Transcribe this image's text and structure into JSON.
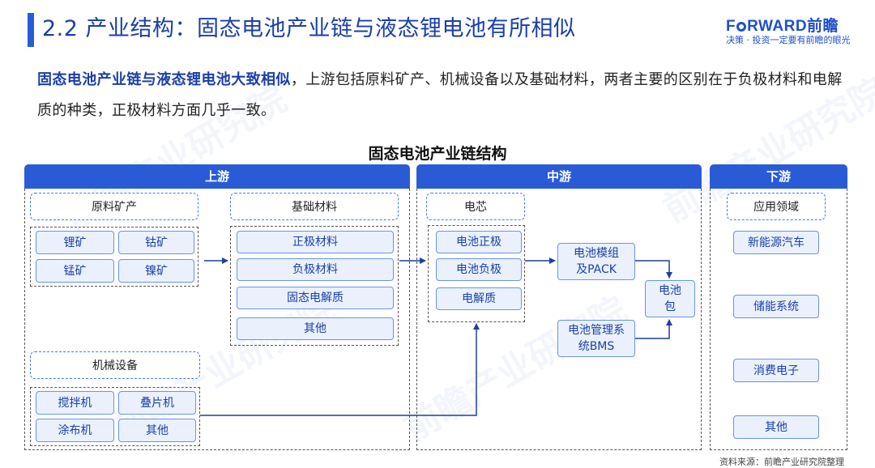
{
  "header": {
    "title": "2.2 产业结构：固态电池产业链与液态锂电池有所相似",
    "logo_en_left": "F",
    "logo_en_right": "RWARD",
    "logo_zh": "前瞻",
    "logo_tagline": "决策 · 投资一定要有前瞻的眼光"
  },
  "description": {
    "highlight": "固态电池产业链与液态锂电池大致相似",
    "rest": "，上游包括原料矿产、机械设备以及基础材料，两者主要的区别在于负极材料和电解质的种类，正极材料方面几乎一致。"
  },
  "diagram": {
    "title": "固态电池产业链结构",
    "upstream": {
      "label": "上游",
      "raw_minerals": {
        "label": "原料矿产",
        "items": [
          "锂矿",
          "钴矿",
          "锰矿",
          "镍矿"
        ]
      },
      "basic_materials": {
        "label": "基础材料",
        "items": [
          "正极材料",
          "负极材料",
          "固态电解质",
          "其他"
        ]
      },
      "machinery": {
        "label": "机械设备",
        "items": [
          "搅拌机",
          "叠片机",
          "涂布机",
          "其他"
        ]
      }
    },
    "midstream": {
      "label": "中游",
      "cell": {
        "label": "电芯",
        "items": [
          "电池正极",
          "电池负极",
          "电解质"
        ]
      },
      "module": "电池模组及PACK",
      "bms": "电池管理系统BMS",
      "pack": "电池包"
    },
    "downstream": {
      "label": "下游",
      "category": "应用领域",
      "items": [
        "新能源汽车",
        "储能系统",
        "消费电子",
        "其他"
      ]
    }
  },
  "footer": {
    "source": "资料来源：前瞻产业研究院整理"
  },
  "watermark": "前瞻产业研究院",
  "colors": {
    "primary": "#2a5bd7",
    "title": "#1a3fa8",
    "item_fill": "#eaf1fd",
    "item_border": "#6b93e6"
  }
}
